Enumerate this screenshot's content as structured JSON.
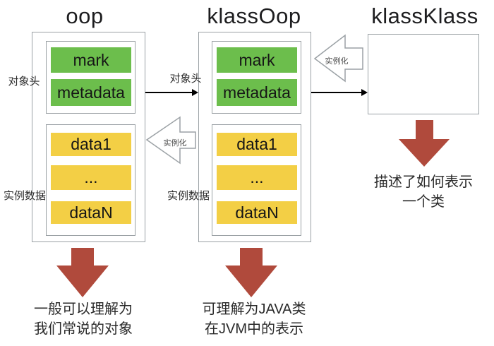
{
  "colors": {
    "green": "#6cbe4c",
    "yellow": "#f3cf45",
    "red": "#b04a3c",
    "box_border": "#9ba1a5",
    "arrow_black": "#000000"
  },
  "columns": [
    {
      "title": "oop",
      "header_label": "对象头",
      "header_cells": [
        "mark",
        "metadata"
      ],
      "instance_label": "实例数据",
      "instance_cells": [
        "data1",
        "...",
        "dataN"
      ],
      "caption": [
        "一般可以理解为",
        "我们常说的对象"
      ]
    },
    {
      "title": "klassOop",
      "header_label": "对象头",
      "header_cells": [
        "mark",
        "metadata"
      ],
      "instance_label": "实例数据",
      "instance_cells": [
        "data1",
        "...",
        "dataN"
      ],
      "caption": [
        "可理解为JAVA类",
        "在JVM中的表示"
      ]
    },
    {
      "title": "klassKlass",
      "caption": [
        "描述了如何表示",
        "一个类"
      ]
    }
  ],
  "arrows": {
    "instantiate_oop_label": "实例化",
    "instantiate_klassoop_label": "实例化"
  }
}
